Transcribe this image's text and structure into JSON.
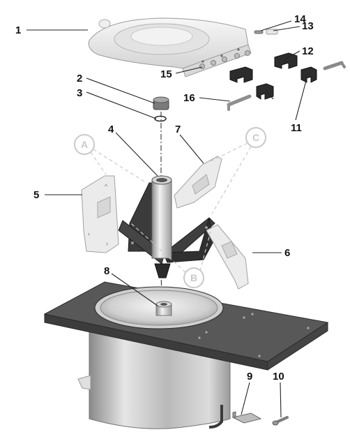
{
  "callouts": {
    "c1": "1",
    "c2": "2",
    "c3": "3",
    "c4": "4",
    "c5": "5",
    "c6": "6",
    "c7": "7",
    "c8": "8",
    "c9": "9",
    "c10": "10",
    "c11": "11",
    "c12": "12",
    "c13": "13",
    "c14": "14",
    "c15": "15",
    "c16": "16"
  },
  "letters": {
    "a": "A",
    "b": "B",
    "c": "C"
  },
  "colors": {
    "bracket_dark": "#3a3a3a",
    "part_light": "#ececec",
    "plate_dark": "#4a4a4a",
    "callout_light": "#c9c9c9"
  }
}
